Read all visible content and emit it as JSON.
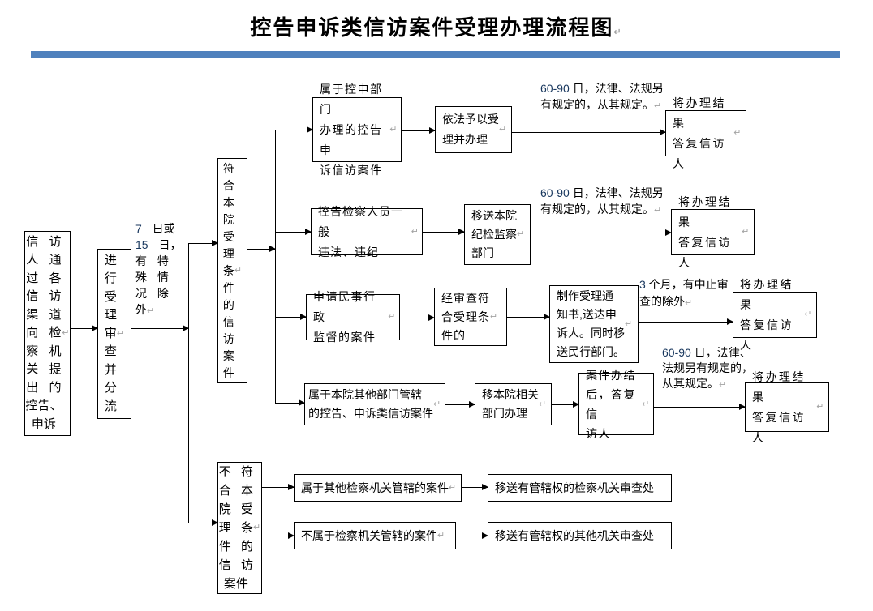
{
  "title": "控告申诉类信访案件受理办理流程图↵",
  "colors": {
    "accent_bar": "#4f81bd",
    "number_text": "#17365d"
  },
  "flow": {
    "source": "信 访\n人 通\n过 各\n信 访\n渠 道\n向 检\n察 机\n关 提\n出 的\n控告、\n申诉↵",
    "review": "进\n行\n受\n理\n审\n查\n并\n分\n流↵",
    "time_limit": "7 日或\n15 日，\n有 特\n殊 情\n况 除\n外↵",
    "meets": "符\n合\n本\n院\n受\n理\n条\n件\n的\n信\n访\n案\n件↵",
    "not_meets": "不 符\n合 本\n院 受\n理 条\n件 的\n信 访\n案件↵",
    "row1": {
      "case": "属于控申部门\n办理的控告申\n诉信访案件↵",
      "action": "依法予以受\n理并办理↵",
      "note": "60-90 日，法律、法规另\n有规定的，从其规定。↵",
      "result": "将办理结果\n答复信访人↵"
    },
    "row2": {
      "case": "控告检察人员一般\n违法、违纪↵",
      "action": "移送本院\n纪检监察\n部门↵",
      "note": "60-90 日，法律、法规另\n有规定的，从其规定。↵",
      "result": "将办理结果\n答复信访人↵"
    },
    "row3": {
      "case": "申请民事行政\n监督的案件↵",
      "action": "经审查符\n合受理条\n件的↵",
      "action2": "制作受理通\n知书,送达申\n诉人。同时移\n送民行部门。↵",
      "note": "3 个月，有中止审\n查的除外↵",
      "result": "将办理结果\n答复信访人↵"
    },
    "row4": {
      "case": "属于本院其他部门管辖\n的控告、申诉类信访案件↵",
      "action": "移本院相关\n部门办理↵",
      "action2": "案件办结\n后，答复信\n访人 ↵",
      "note": "60-90 日，法律、\n法规另有规定的，\n从其规定。↵",
      "result": "将办理结果\n答复信访人↵"
    },
    "row5": {
      "case": "属于其他检察机关管辖的案件↵",
      "action": "移送有管辖权的检察机关审查处"
    },
    "row6": {
      "case": "不属于检察机关管辖的案件↵",
      "action": "移送有管辖权的其他机关审查处"
    }
  }
}
